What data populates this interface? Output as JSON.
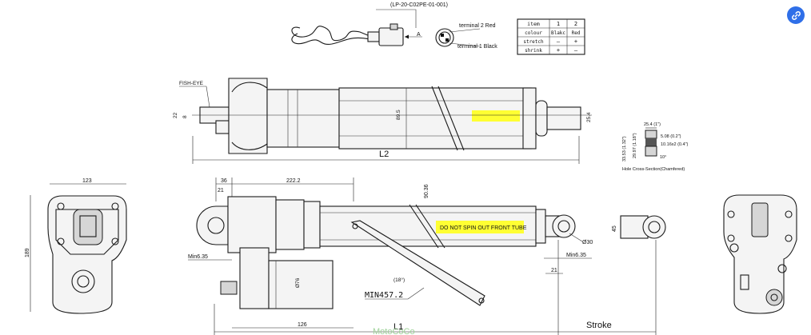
{
  "connector": {
    "part_number": "(LP-20-C02PE-01-001)",
    "arrow_label": "A",
    "terminal_2": "terminal 2 Red",
    "terminal_1": "terminal 1 Black"
  },
  "wire_table": {
    "headers": [
      "item",
      "1",
      "2"
    ],
    "rows": [
      [
        "colour",
        "Blakc",
        "Red"
      ],
      [
        "stretch",
        "—",
        "+"
      ],
      [
        "shrink",
        "+",
        "—"
      ]
    ]
  },
  "top_view": {
    "fish_eye_label": "FISH-EYE",
    "dim_22": "22",
    "dim_8": "8",
    "dim_89_5": "89.5",
    "dim_25_4": "25.4",
    "length_label": "L2"
  },
  "hole_section": {
    "dim_25_4": "25.4 (1\")",
    "dim_33_53": "33.53 (1.32\")",
    "dim_29_97": "29.97 (1.18\")",
    "dim_5_08": "5.08 (0.2\")",
    "dim_10_16": "10.16x2 (0.4\")",
    "angle": "10°",
    "caption": "Hole Cross-Section(Chamfered)"
  },
  "end_view": {
    "dim_123": "123",
    "dim_189": "189"
  },
  "side_view": {
    "dim_36": "36",
    "dim_21_top": "21",
    "dim_222_2": "222.2",
    "dim_90_36": "90.36",
    "warning": "DO NOT SPIN OUT FRONT TUBE",
    "dim_phi30": "Ø30",
    "dim_45": "45",
    "min_left": "Min6.35",
    "min_right": "Min6.35",
    "dim_21_right": "21",
    "dim_phi76": "Ø76",
    "angle_label": "(18°)",
    "min_length": "MIN457.2",
    "dim_126": "126",
    "length_label": "L1",
    "stroke_label": "Stroke"
  },
  "watermark": "MotoCoCo",
  "colors": {
    "highlight": "#ffff33",
    "share_button": "#2f6fe8",
    "line": "#1a1a1a"
  }
}
